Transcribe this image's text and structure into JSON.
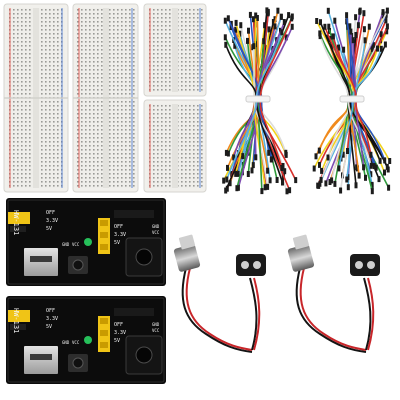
{
  "product": {
    "breadboards": [
      {
        "id": "breadboard-1",
        "type": "830-point"
      },
      {
        "id": "breadboard-2",
        "type": "830-point"
      },
      {
        "id": "breadboard-3",
        "type": "400-point"
      },
      {
        "id": "breadboard-4",
        "type": "400-point"
      }
    ],
    "wire_bundles": [
      {
        "id": "jumper-wire-bundle-1"
      },
      {
        "id": "jumper-wire-bundle-2"
      }
    ],
    "power_modules": [
      {
        "model_label": "HW-131",
        "left_header_labels": [
          "OFF",
          "3.3V",
          "5V"
        ],
        "right_header_labels": [
          "OFF",
          "3.3V",
          "5V"
        ],
        "rail_labels": [
          "GND",
          "VCC",
          "GND",
          "VCC"
        ]
      },
      {
        "model_label": "HW-131",
        "left_header_labels": [
          "OFF",
          "3.3V",
          "5V"
        ],
        "right_header_labels": [
          "OFF",
          "3.3V",
          "5V"
        ],
        "rail_labels": [
          "GND",
          "VCC",
          "GND",
          "VCC"
        ]
      }
    ],
    "battery_clips": [
      {
        "id": "battery-clip-1"
      },
      {
        "id": "battery-clip-2"
      }
    ],
    "colors": {
      "board_body": "#f1f0ec",
      "rail_red": "#e0443c",
      "rail_blue": "#3e6fd0",
      "pcb": "#0c0c0c",
      "header_yellow": "#f0c416",
      "wire_red": "#c8262a",
      "wire_black": "#141414",
      "jumper_palette": [
        "#d8312c",
        "#f08a1c",
        "#f2d21a",
        "#2f9a3c",
        "#2856c0",
        "#ffffff",
        "#111111",
        "#7d4bb0",
        "#59b2e0"
      ]
    }
  }
}
